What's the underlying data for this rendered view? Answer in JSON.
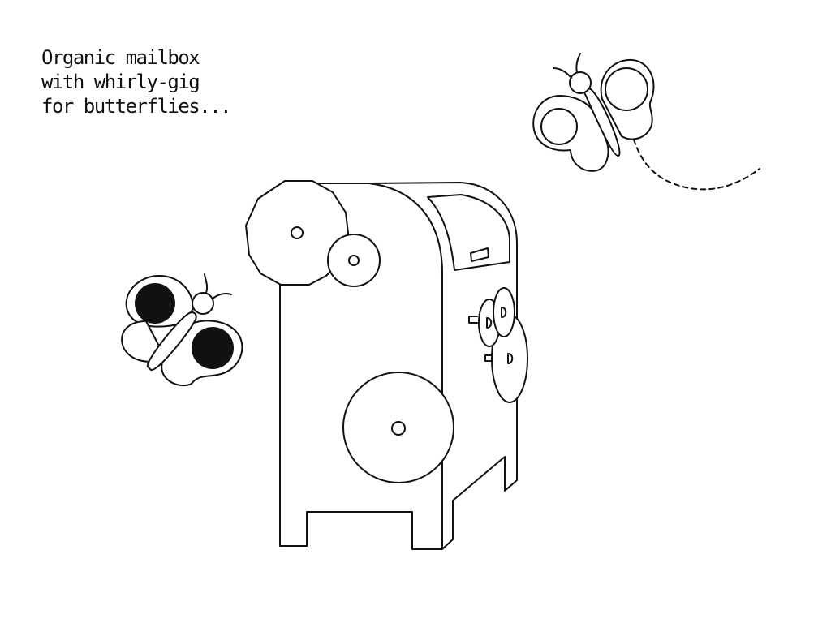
{
  "caption": {
    "line1": "Organic mailbox",
    "line2": "with whirly-gig",
    "line3": "for butterflies..."
  },
  "colors": {
    "background": "#ffffff",
    "ink": "#111111"
  },
  "illustration": {
    "subjects": [
      "mailbox",
      "whirly-gig",
      "butterfly-left",
      "butterfly-right"
    ]
  }
}
